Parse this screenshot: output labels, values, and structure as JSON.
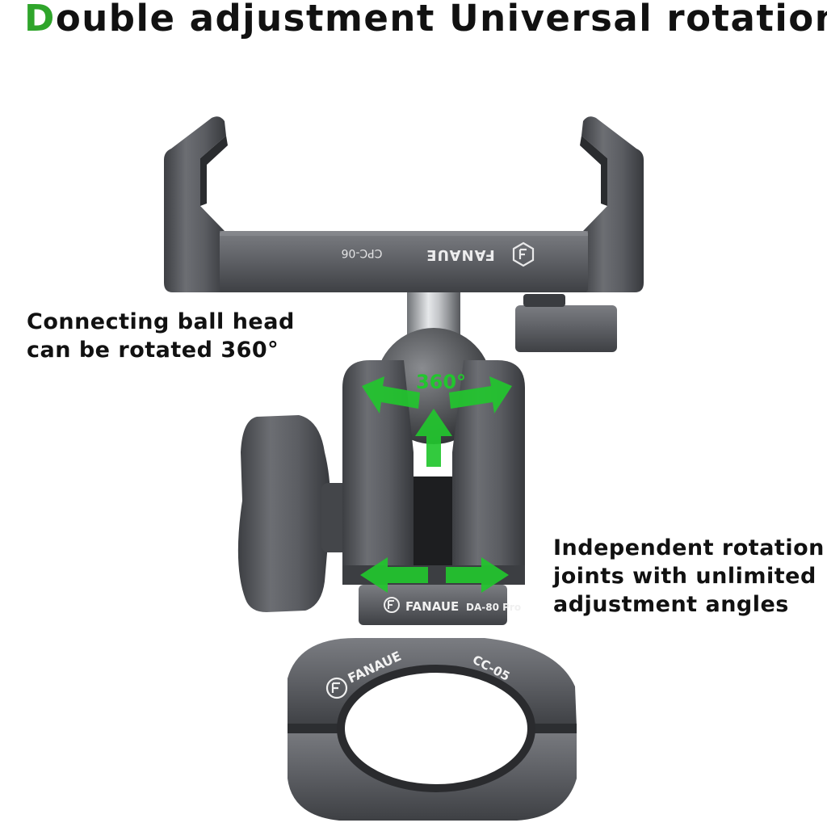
{
  "title": {
    "first_letter": "D",
    "rest": "ouble adjustment Universal rotation"
  },
  "captions": {
    "ball_head": {
      "line1": "Connecting ball head",
      "line2": "can be rotated 360°"
    },
    "joints": {
      "line1": "Independent rotation",
      "line2": "joints with unlimited",
      "line3": "adjustment angles"
    }
  },
  "product": {
    "clamp_brand": "FANAUE",
    "clamp_model": "CPC-06",
    "ballhead_brand": "FANAUE",
    "ballhead_model": "DA-80 Pro",
    "bar_clamp_brand": "FANAUE",
    "bar_clamp_model": "CC-05",
    "rotation_label": "360°"
  },
  "colors": {
    "accent_green": "#2fa52b",
    "arrow_green": "#22c62e",
    "metal": "#5f6166"
  }
}
